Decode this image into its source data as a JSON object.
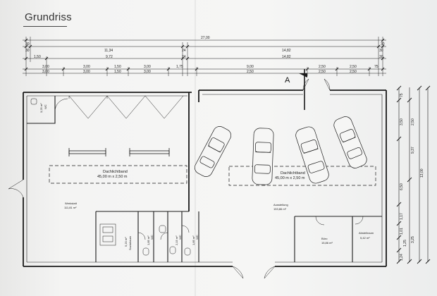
{
  "title": "Grundriss",
  "dimensions": {
    "row1": {
      "total": "27,00",
      "left_end": "30",
      "right_end": "30"
    },
    "row2": {
      "a": "30",
      "b": "11,34",
      "c": "24",
      "d": "14,82",
      "e": "30"
    },
    "row3": {
      "a": "1,50",
      "b": "9,72",
      "c": "24",
      "d": "14,82",
      "e": "30"
    },
    "row4": {
      "a": "3,00",
      "b": "3,00",
      "c": "1,50",
      "d": "3,00",
      "e": "1,75",
      "f": "9,00",
      "g": "2,50",
      "h": "2,50",
      "i": "75"
    },
    "row5": {
      "a": "3,00",
      "b": "3,00",
      "c": "1,50",
      "d": "3,00",
      "e": "2,50",
      "f": "2,50",
      "g": "2,50"
    },
    "right": {
      "a": "75",
      "b": "3,50",
      "c": "2,50",
      "d": "9,37",
      "e": "13,00",
      "f": "6,50",
      "g": "1,17",
      "h": "1,01",
      "i": "1,25",
      "j": "3,25",
      "k": "1,24"
    }
  },
  "section_mark": "A",
  "rooms": {
    "werkstatt": {
      "name": "Werkstatt",
      "area": "111,81 m²"
    },
    "ausstellung": {
      "name": "Ausstellung",
      "area": "153,86 m²"
    },
    "buero": {
      "name": "Büro",
      "area": "15,86 m²"
    },
    "abstellraum": {
      "name": "Abstellraum",
      "area": "5,42 m²"
    },
    "corner": {
      "area": "3,25 m²",
      "name": "WC"
    },
    "sozial": {
      "area": "5,20 m²",
      "name": "Sozialraum"
    },
    "wc1": {
      "area": "1,85 m²",
      "name": "WC"
    },
    "wc2": {
      "area": "2,15 m²",
      "name": "WC"
    },
    "wc3": {
      "area": "1,85 m²",
      "name": "WC"
    }
  },
  "skylights": [
    {
      "label": "Dachlichtband",
      "size": "45,00 m x 2,50 m"
    },
    {
      "label": "Dachlichtband",
      "size": "45,00 m x 2,50 m"
    }
  ],
  "colors": {
    "ink": "#1a1a1a",
    "paper": "#f4f4f3"
  }
}
